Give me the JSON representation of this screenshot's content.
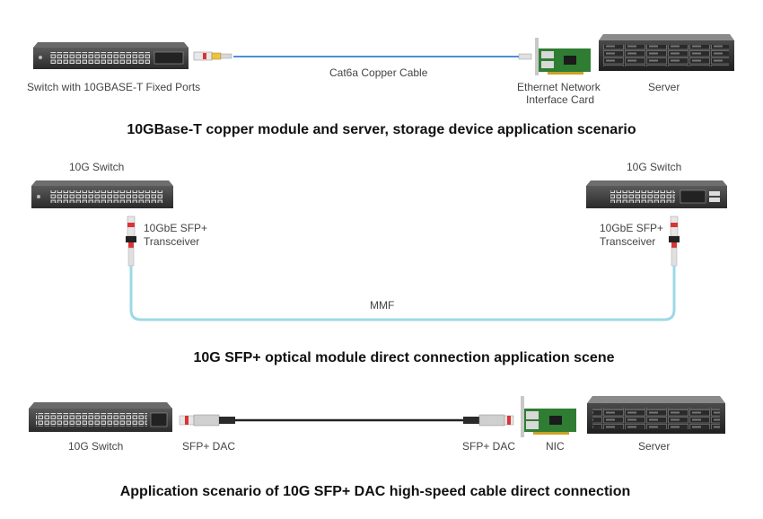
{
  "scene1": {
    "switch_label": "Switch with 10GBASE-T Fixed Ports",
    "cable_label": "Cat6a Copper Cable",
    "nic_label_line1": "Ethernet Network",
    "nic_label_line2": "Interface Card",
    "server_label": "Server",
    "caption": "10GBase-T copper module and server, storage device application scenario"
  },
  "scene2": {
    "left_switch_label": "10G Switch",
    "right_switch_label": "10G Switch",
    "left_transceiver_line1": "10GbE SFP+",
    "left_transceiver_line2": "Transceiver",
    "right_transceiver_line1": "10GbE SFP+",
    "right_transceiver_line2": "Transceiver",
    "fiber_label": "MMF",
    "caption": "10G SFP+ optical module direct connection application scene"
  },
  "scene3": {
    "switch_label": "10G Switch",
    "left_dac_label": "SFP+ DAC",
    "right_dac_label": "SFP+ DAC",
    "nic_label": "NIC",
    "server_label": "Server",
    "caption": "Application scenario of 10G SFP+ DAC high-speed cable direct connection"
  },
  "colors": {
    "copper_cable": "#4a90d9",
    "fiber_cable": "#9fd8e6",
    "dac_cable": "#222222",
    "nic_board": "#2e7d32",
    "device_body": "#3a3a3a"
  }
}
